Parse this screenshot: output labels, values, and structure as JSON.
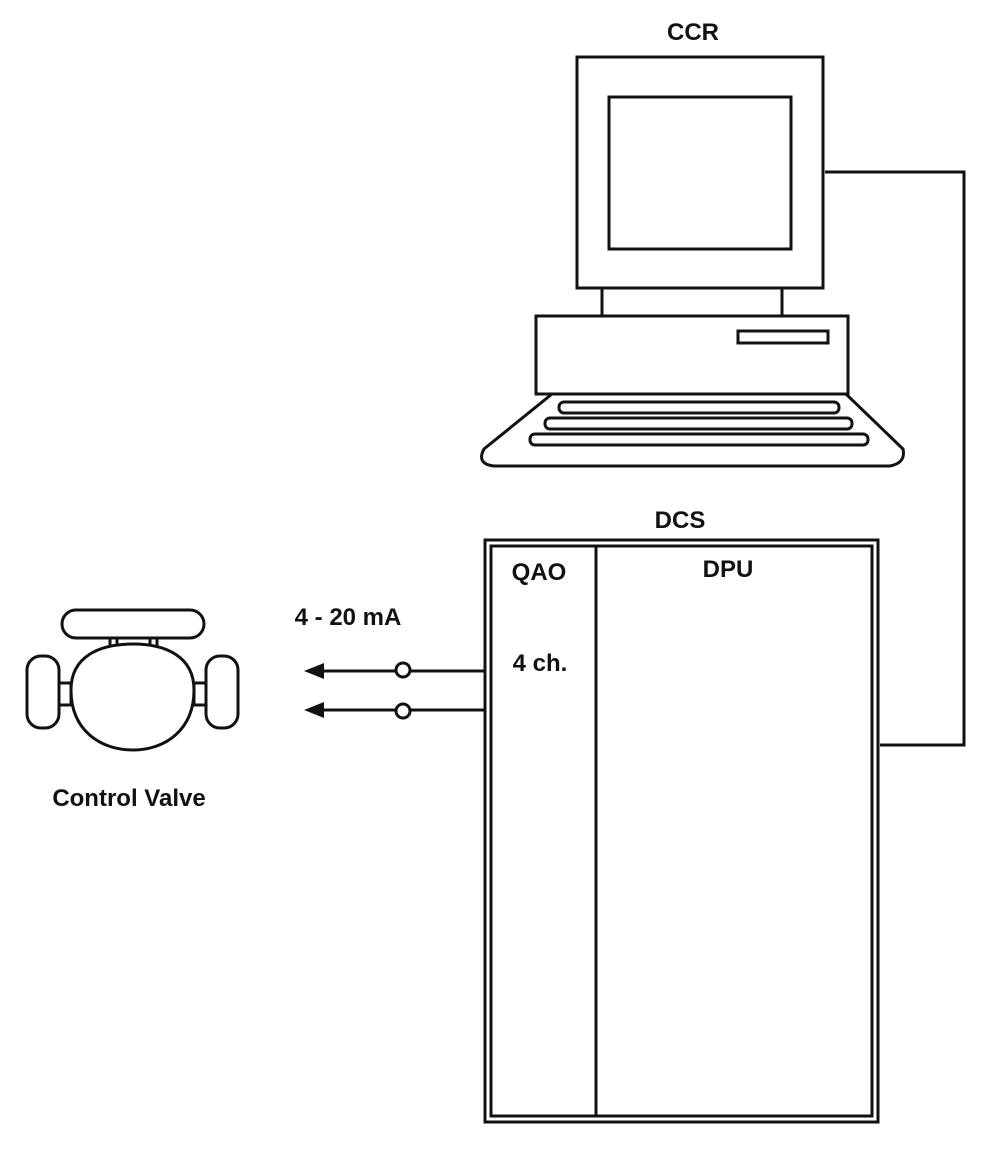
{
  "labels": {
    "ccr": "CCR",
    "dcs": "DCS",
    "qao": "QAO",
    "dpu": "DPU",
    "channels": "4 ch.",
    "signal": "4 - 20 mA",
    "control_valve": "Control Valve"
  },
  "colors": {
    "line": "#111111",
    "background": "#ffffff"
  }
}
